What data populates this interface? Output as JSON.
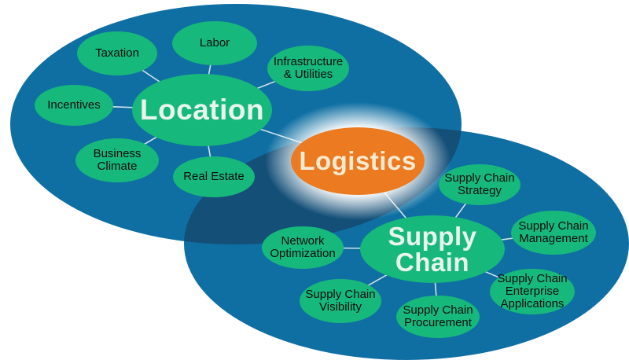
{
  "diagram_type": "venn-mindmap",
  "colors": {
    "background": "#FFFFFF",
    "venn_blue": "#0F6FA3",
    "venn_overlap": "#144F78",
    "node_green": "#17B87C",
    "logistics_orange": "#EB7A21",
    "hub_text": "#E8F4EC",
    "logistics_text": "#F6EBD2",
    "satellite_text": "#0D0D0D",
    "connector_line": "#E6EFF4",
    "logistics_glow": "#FFFFFF"
  },
  "nodes": {
    "location_hub": {
      "role": "hub",
      "lines": [
        "Location"
      ]
    },
    "taxation": {
      "role": "satellite",
      "hub": "location_hub",
      "lines": [
        "Taxation"
      ]
    },
    "labor": {
      "role": "satellite",
      "hub": "location_hub",
      "lines": [
        "Labor"
      ]
    },
    "infrastructure_utilities": {
      "role": "satellite",
      "hub": "location_hub",
      "lines": [
        "Infrastructure",
        "& Utilities"
      ]
    },
    "incentives": {
      "role": "satellite",
      "hub": "location_hub",
      "lines": [
        "Incentives"
      ]
    },
    "business_climate": {
      "role": "satellite",
      "hub": "location_hub",
      "lines": [
        "Business",
        "Climate"
      ]
    },
    "real_estate": {
      "role": "satellite",
      "hub": "location_hub",
      "lines": [
        "Real Estate"
      ]
    },
    "logistics": {
      "role": "center",
      "lines": [
        "Logistics"
      ]
    },
    "supply_chain_hub": {
      "role": "hub",
      "lines": [
        "Supply",
        "Chain"
      ]
    },
    "sc_strategy": {
      "role": "satellite",
      "hub": "supply_chain_hub",
      "lines": [
        "Supply Chain",
        "Strategy"
      ]
    },
    "sc_management": {
      "role": "satellite",
      "hub": "supply_chain_hub",
      "lines": [
        "Supply Chain",
        "Management"
      ]
    },
    "network_optimization": {
      "role": "satellite",
      "hub": "supply_chain_hub",
      "lines": [
        "Network",
        "Optimization"
      ]
    },
    "sc_enterprise_applications": {
      "role": "satellite",
      "hub": "supply_chain_hub",
      "lines": [
        "Supply Chain",
        "Enterprise",
        "Applications"
      ]
    },
    "sc_visibility": {
      "role": "satellite",
      "hub": "supply_chain_hub",
      "lines": [
        "Supply Chain",
        "Visibility"
      ]
    },
    "sc_procurement": {
      "role": "satellite",
      "hub": "supply_chain_hub",
      "lines": [
        "Supply Chain",
        "Procurement"
      ]
    }
  },
  "connections": [
    [
      "location_hub",
      "taxation"
    ],
    [
      "location_hub",
      "labor"
    ],
    [
      "location_hub",
      "infrastructure_utilities"
    ],
    [
      "location_hub",
      "incentives"
    ],
    [
      "location_hub",
      "business_climate"
    ],
    [
      "location_hub",
      "real_estate"
    ],
    [
      "location_hub",
      "logistics"
    ],
    [
      "logistics",
      "supply_chain_hub"
    ],
    [
      "supply_chain_hub",
      "sc_strategy"
    ],
    [
      "supply_chain_hub",
      "sc_management"
    ],
    [
      "supply_chain_hub",
      "network_optimization"
    ],
    [
      "supply_chain_hub",
      "sc_enterprise_applications"
    ],
    [
      "supply_chain_hub",
      "sc_visibility"
    ],
    [
      "supply_chain_hub",
      "sc_procurement"
    ]
  ]
}
